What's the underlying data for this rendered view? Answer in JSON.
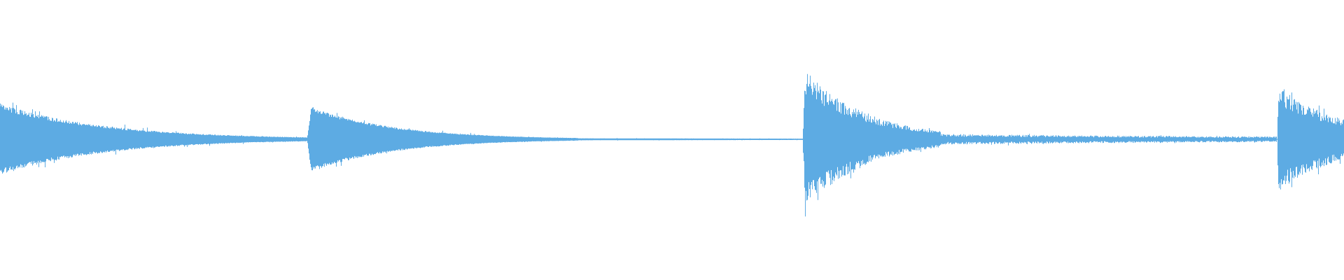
{
  "chart_data": {
    "type": "area",
    "series": [
      {
        "style": "waveform",
        "color": "#5dabe3",
        "segments": [
          {
            "start": 0.0,
            "end": 0.2283,
            "peak_start": 0.54,
            "peak_end": 0.03,
            "attack": 0.0,
            "noise": 0.18
          },
          {
            "start": 0.2283,
            "end": 0.43,
            "peak_start": 0.52,
            "peak_end": 0.02,
            "attack": 0.003,
            "noise": 0.15
          },
          {
            "start": 0.43,
            "end": 0.597,
            "peak_start": 0.015,
            "peak_end": 0.01,
            "attack": 0.0,
            "noise": 0.05
          },
          {
            "start": 0.597,
            "end": 0.7,
            "peak_start": 1.08,
            "peak_end": 0.12,
            "attack": 0.002,
            "noise": 0.35
          },
          {
            "start": 0.7,
            "end": 0.95,
            "peak_start": 0.08,
            "peak_end": 0.04,
            "attack": 0.0,
            "noise": 0.5
          },
          {
            "start": 0.95,
            "end": 1.0,
            "peak_start": 0.8,
            "peak_end": 0.3,
            "attack": 0.001,
            "noise": 0.35
          }
        ]
      }
    ],
    "ylim": [
      -1.1,
      1.1
    ],
    "grid": false,
    "legend": "none"
  }
}
